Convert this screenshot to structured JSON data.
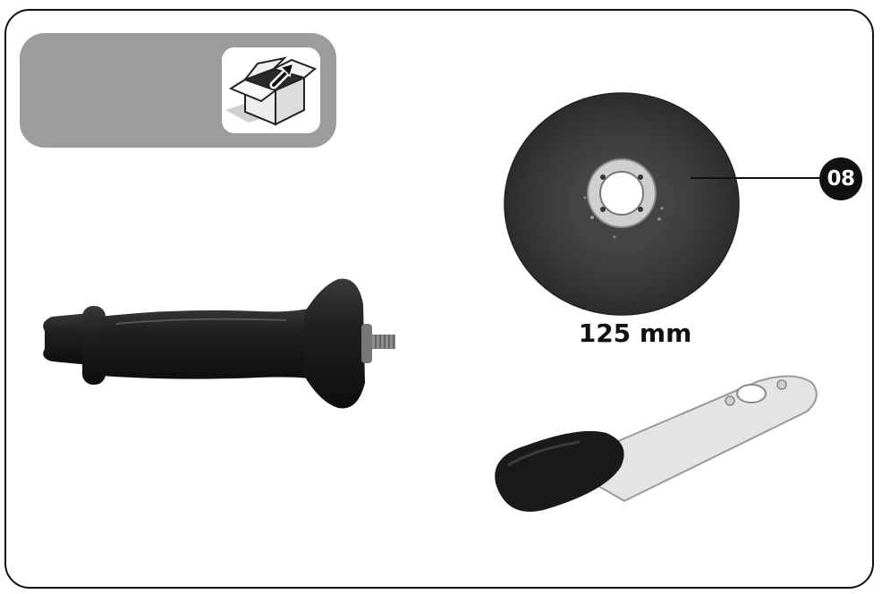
{
  "disc": {
    "callout_number": "08",
    "size_label": "125 mm"
  },
  "icons": {
    "unpack": "open-box-icon",
    "handle": "auxiliary-handle-image",
    "disc": "grinding-disc-image",
    "spanner": "flange-spanner-image"
  },
  "colors": {
    "banner": "#9c9c9c",
    "badge": "#111111"
  }
}
